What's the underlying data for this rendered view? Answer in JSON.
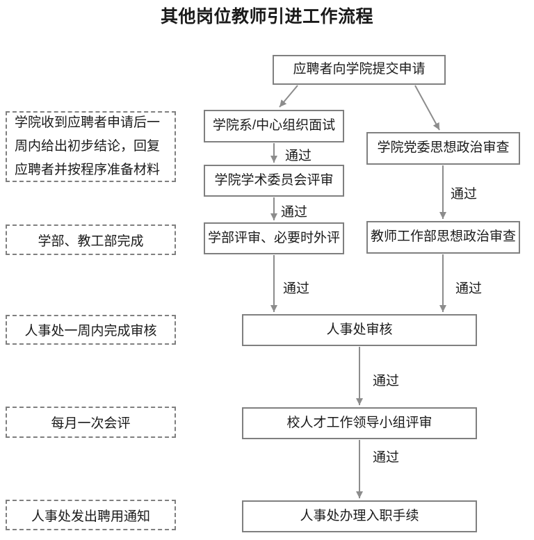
{
  "title": "其他岗位教师引进工作流程",
  "labels": {
    "pass": "通过"
  },
  "nodes": {
    "start": "应聘者向学院提交申请",
    "interview": "学院系/中心组织面试",
    "academic_review": "学院学术委员会评审",
    "faculty_review": "学部评审、必要时外评",
    "party_review": "学院党委思想政治审查",
    "teacher_dept_review": "教师工作部思想政治审查",
    "hr_review": "人事处审核",
    "talent_group_review": "校人才工作领导小组评审",
    "onboarding": "人事处办理入职手续"
  },
  "notes": [
    "学院收到应聘者申请后一周内给出初步结论，回复应聘者并按程序准备材料",
    "学部、教工部完成",
    "人事处一周内完成审核",
    "每月一次会评",
    "人事处发出聘用通知"
  ],
  "colors": {
    "border": "#7f7f7f",
    "arrow": "#8c8c8c",
    "text": "#1a1a1a",
    "background": "#ffffff"
  }
}
